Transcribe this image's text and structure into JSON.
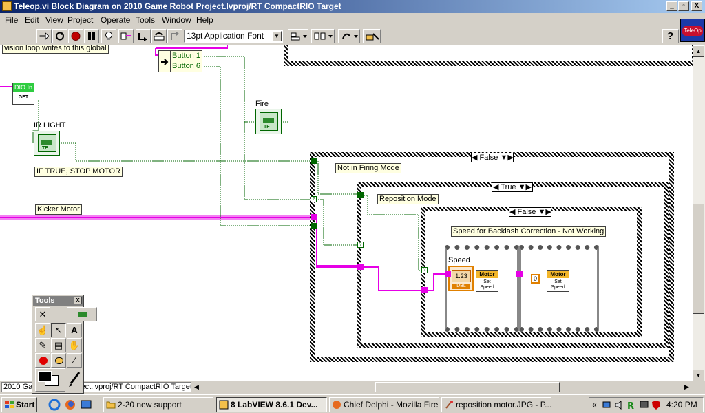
{
  "window": {
    "title": "Teleop.vi Block Diagram on 2010 Game Robot Project.lvproj/RT CompactRIO Target",
    "minimize": "_",
    "maximize": "▫",
    "close": "X"
  },
  "menu": [
    "File",
    "Edit",
    "View",
    "Project",
    "Operate",
    "Tools",
    "Window",
    "Help"
  ],
  "toolbar": {
    "font": "13pt Application Font",
    "help": "?"
  },
  "vi_icon_label": "TeleOp",
  "diagram": {
    "comment_top": "vision loop writes to this global",
    "buttons": [
      "Button 1",
      "Button 6"
    ],
    "dio_label": "DIO In",
    "get_label": "GET",
    "ir_light": "IR LIGHT",
    "if_true": "IF TRUE, STOP MOTOR",
    "kicker_motor": "Kicker Motor",
    "fire": "Fire",
    "tf": "TF",
    "case1": {
      "selector": "False",
      "label": "Not in Firing Mode"
    },
    "case2": {
      "selector": "True",
      "label": "Reposition Mode"
    },
    "case3": {
      "selector": "False",
      "label": "Speed for Backlash Correction - Not Working"
    },
    "speed_label": "Speed",
    "speed_value": "1.23",
    "dbl": "DBL",
    "motor": "Motor",
    "set_speed": "Set Speed",
    "const_zero": "0",
    "question": "?"
  },
  "status_path": "2010 Game Robot Project.lvproj/RT CompactRIO Target",
  "tools_palette": {
    "title": "Tools",
    "close": "X"
  },
  "taskbar": {
    "start": "Start",
    "tasks": [
      {
        "label": "2-20 new support",
        "active": false
      },
      {
        "label": "8 LabVIEW 8.6.1 Dev...",
        "active": true
      },
      {
        "label": "Chief Delphi - Mozilla Fire...",
        "active": false
      },
      {
        "label": "reposition motor.JPG - P...",
        "active": false
      }
    ],
    "clock": "4:20 PM"
  },
  "colors": {
    "wire_boolean": "#006600",
    "wire_refnum": "#e600e6",
    "wire_numeric": "#e08000",
    "label_bg": "#ffffe1",
    "titlebar_start": "#0a246a",
    "titlebar_end": "#a6caf0"
  }
}
